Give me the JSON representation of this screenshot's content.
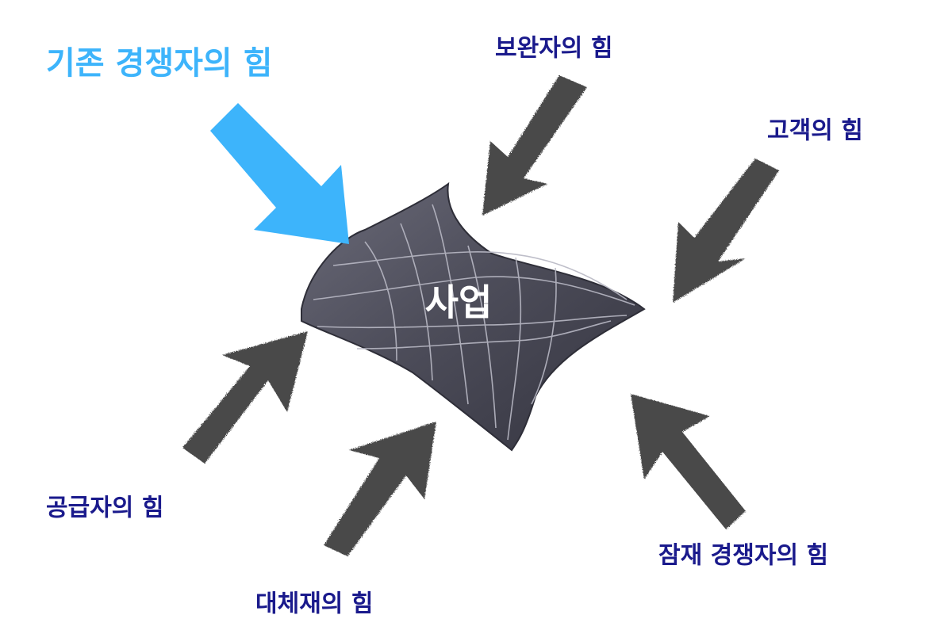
{
  "center": {
    "label": "사업"
  },
  "forces": {
    "existing_competitors": "기존 경쟁자의 힘",
    "complementors": "보완자의 힘",
    "customers": "고객의 힘",
    "suppliers": "공급자의 힘",
    "substitutes": "대체재의 힘",
    "potential_competitors": "잠재 경쟁자의 힘"
  },
  "colors": {
    "highlight_arrow": "#3db4fb",
    "highlight_text": "#3db4fb",
    "force_text": "#1a1a8c",
    "dark_arrow": "#4a4a4a",
    "surface": "#52525e",
    "center_text": "#ffffff"
  }
}
